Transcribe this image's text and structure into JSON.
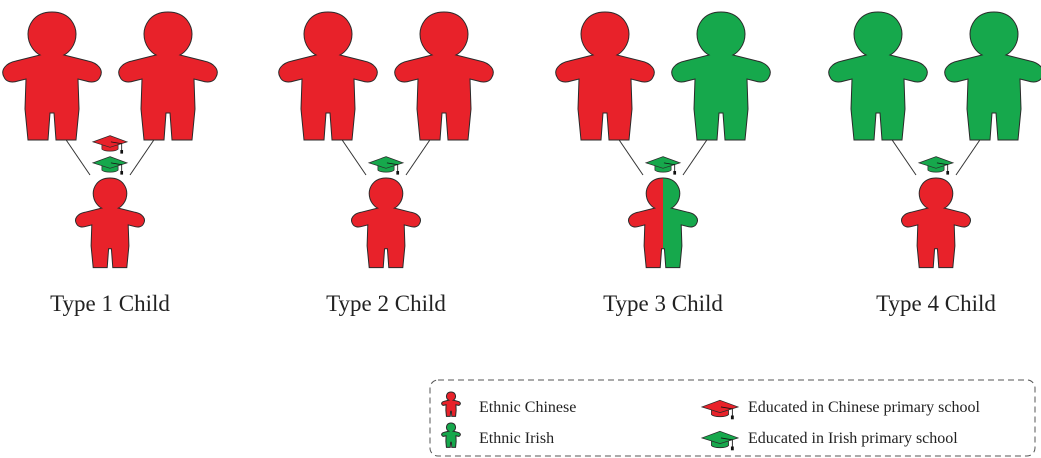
{
  "colors": {
    "chinese": "#E8222A",
    "irish": "#16A84C",
    "outline": "#2a2a2a"
  },
  "groups": [
    {
      "label": "Type 1 Child",
      "parent_left": "chinese",
      "parent_right": "chinese",
      "child": "chinese",
      "caps": [
        "chinese",
        "irish"
      ]
    },
    {
      "label": "Type 2 Child",
      "parent_left": "chinese",
      "parent_right": "chinese",
      "child": "chinese",
      "caps": [
        "irish"
      ]
    },
    {
      "label": "Type 3 Child",
      "parent_left": "chinese",
      "parent_right": "irish",
      "child": "half",
      "caps": [
        "irish"
      ]
    },
    {
      "label": "Type 4 Child",
      "parent_left": "irish",
      "parent_right": "irish",
      "child": "chinese",
      "caps": [
        "irish"
      ]
    }
  ],
  "legend": {
    "items": [
      {
        "icon": "person-icon",
        "color": "chinese",
        "label": "Ethnic Chinese"
      },
      {
        "icon": "person-icon",
        "color": "irish",
        "label": "Ethnic Irish"
      },
      {
        "icon": "graduation-cap-icon",
        "color": "chinese",
        "label": "Educated in Chinese primary school"
      },
      {
        "icon": "graduation-cap-icon",
        "color": "irish",
        "label": "Educated in Irish primary school"
      }
    ]
  }
}
